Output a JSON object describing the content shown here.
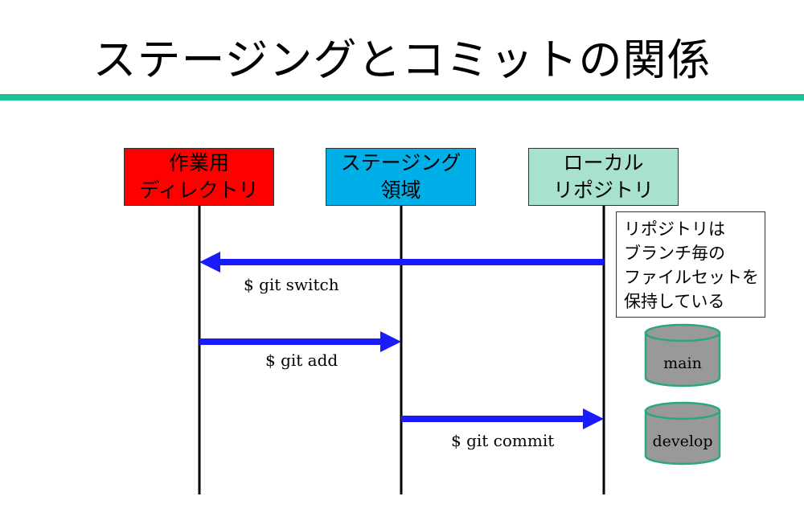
{
  "title": "ステージングとコミットの関係",
  "colors": {
    "rule": "#19c393",
    "working_dir": "#ff0000",
    "staging": "#00aee8",
    "local_repo": "#a8e2cf",
    "arrow": "#1a1aff",
    "cylinder": "#999999",
    "cylinder_stroke": "#2aa77e"
  },
  "boxes": {
    "working_dir": {
      "line1": "作業用",
      "line2": "ディレクトリ"
    },
    "staging": {
      "line1": "ステージング",
      "line2": "領域"
    },
    "local_repo": {
      "line1": "ローカル",
      "line2": "リポジトリ"
    }
  },
  "note": {
    "line1": "リポジトリは",
    "line2": "ブランチ毎の",
    "line3": "ファイルセットを",
    "line4": "保持している"
  },
  "commands": {
    "switch": "$ git switch",
    "add": "$ git add",
    "commit": "$ git commit"
  },
  "branches": [
    "main",
    "develop"
  ]
}
